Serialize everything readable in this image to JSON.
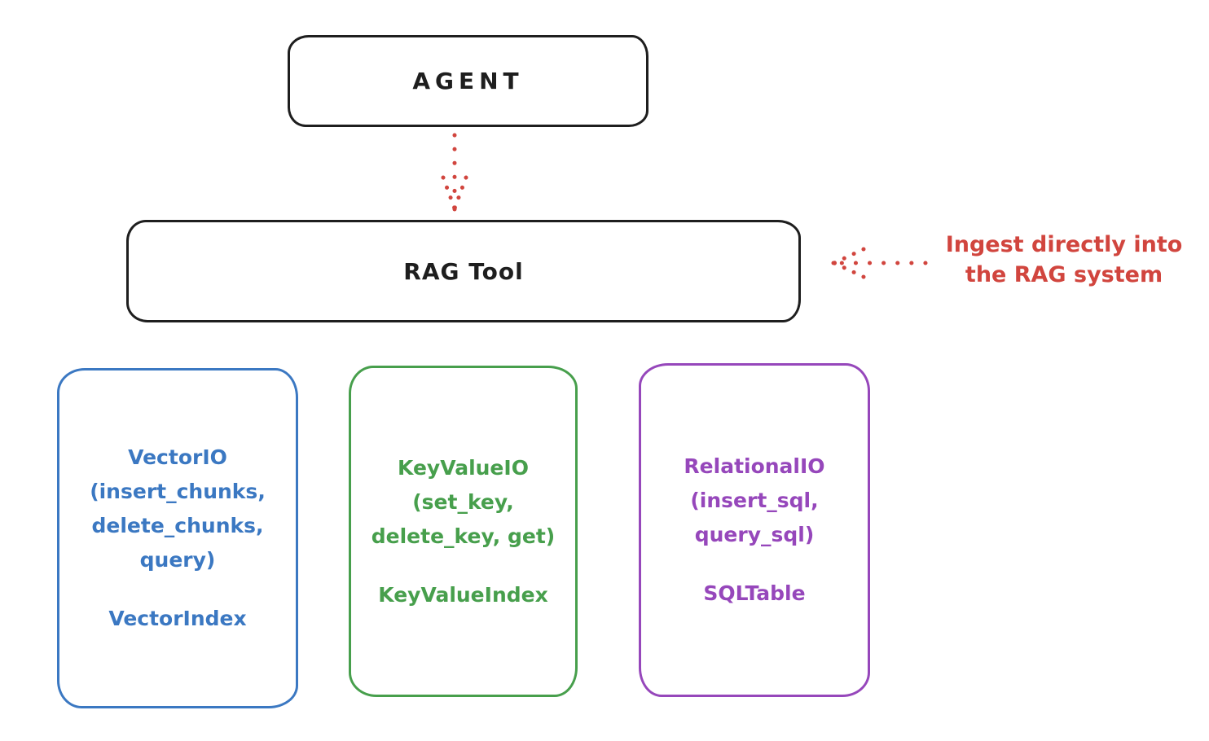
{
  "diagram": {
    "agent": {
      "label": "AGENT"
    },
    "rag": {
      "label": "RAG Tool"
    },
    "annotation": {
      "line1": "Ingest directly into",
      "line2": "the RAG system"
    },
    "cards": [
      {
        "name": "vector-io",
        "lines": [
          "VectorIO",
          "(insert_chunks,",
          "delete_chunks,",
          "query)"
        ],
        "index_label": "VectorIndex",
        "color": "#3b78c2"
      },
      {
        "name": "key-value-io",
        "lines": [
          "KeyValueIO",
          "(set_key,",
          "delete_key, get)"
        ],
        "index_label": "KeyValueIndex",
        "color": "#479f4c"
      },
      {
        "name": "relational-io",
        "lines": [
          "RelationalIO",
          "(insert_sql,",
          "query_sql)"
        ],
        "index_label": "SQLTable",
        "color": "#9647bb"
      }
    ],
    "palette": {
      "ink": "#1e1e1e",
      "red": "#d1453e",
      "blue": "#3b78c2",
      "green": "#479f4c",
      "purple": "#9647bb",
      "background": "#ffffff"
    }
  }
}
